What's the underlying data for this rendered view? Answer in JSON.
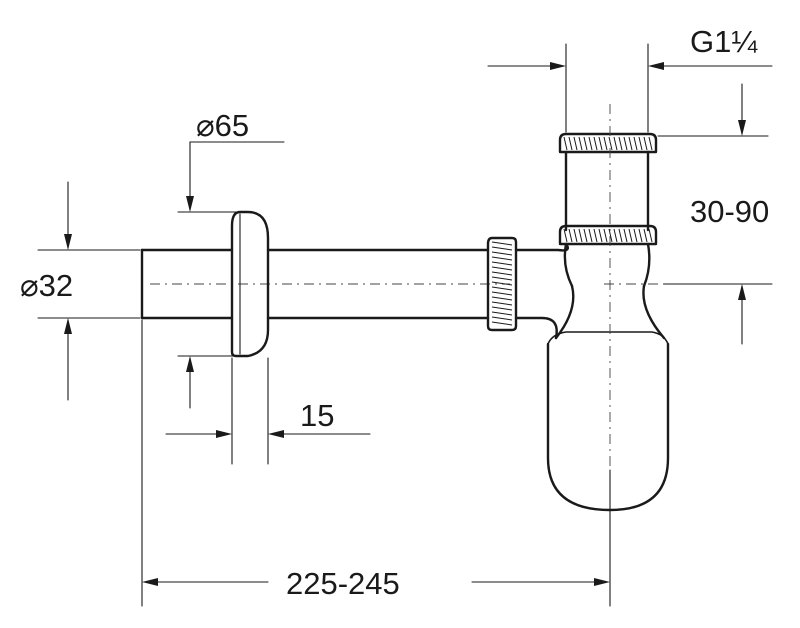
{
  "drawing": {
    "labels": {
      "pipe_diameter": "⌀32",
      "rosette_diameter": "⌀65",
      "thread": "G1¼",
      "height_range": "30-90",
      "rosette_depth": "15",
      "length_range": "225-245"
    },
    "colors": {
      "line": "#1a1a1a",
      "background": "#ffffff"
    }
  }
}
